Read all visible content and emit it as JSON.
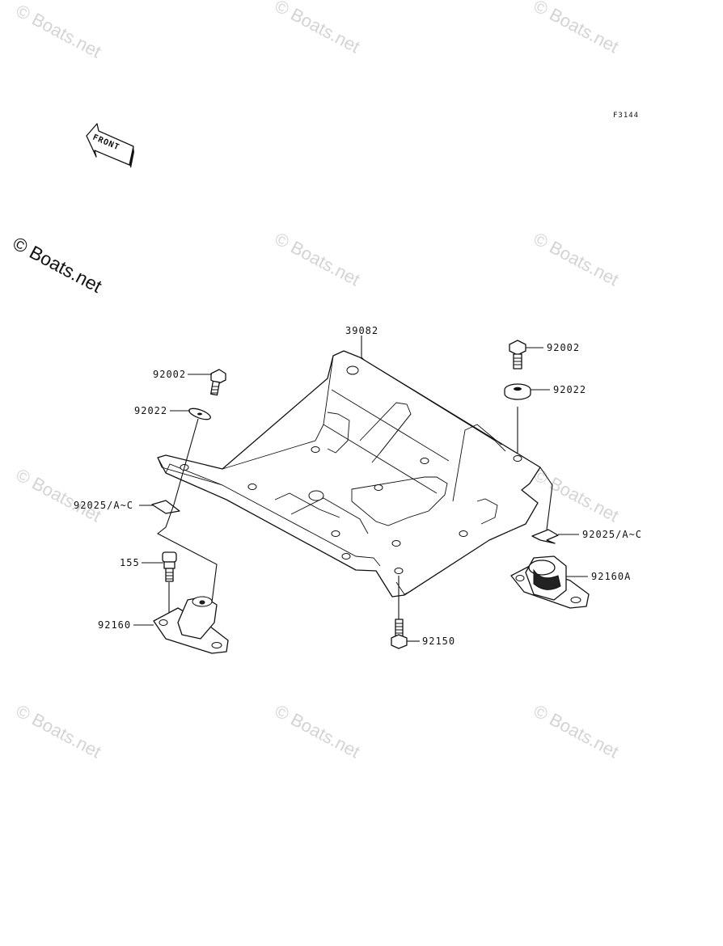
{
  "watermark": "© Boats.net",
  "diagram_code": "F3144",
  "front_label": "FRONT",
  "parts": {
    "frame": "39082",
    "bolt_left": "92002",
    "bolt_right": "92002",
    "washer_left": "92022",
    "washer_right": "92022",
    "clip_left": "92025/A~C",
    "clip_right": "92025/A~C",
    "stud": "155",
    "mount_left": "92160",
    "mount_right": "92160A",
    "bolt_bottom": "92150"
  }
}
